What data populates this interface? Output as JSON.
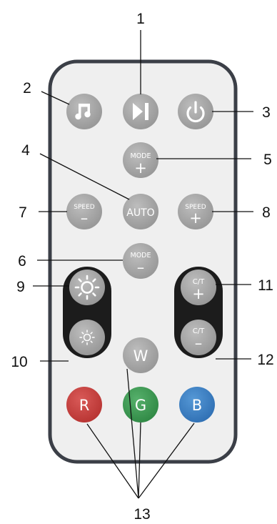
{
  "diagram": {
    "buttons": {
      "music": {
        "icon": "music-note-icon"
      },
      "play_pause": {
        "icon": "play-pause-icon"
      },
      "power": {
        "icon": "power-icon"
      },
      "mode_plus": {
        "label": "MODE",
        "sign": "+"
      },
      "speed_minus": {
        "label": "SPEED",
        "sign": "–"
      },
      "auto": {
        "label": "AUTO"
      },
      "speed_plus": {
        "label": "SPEED",
        "sign": "+"
      },
      "mode_minus": {
        "label": "MODE",
        "sign": "–"
      },
      "brightness_up": {
        "icon": "sun-large-icon"
      },
      "brightness_down": {
        "icon": "sun-small-icon"
      },
      "white": {
        "label": "W"
      },
      "ct_plus": {
        "label": "C/T",
        "sign": "+"
      },
      "ct_minus": {
        "label": "C/T",
        "sign": "–"
      },
      "red": {
        "label": "R",
        "color": "#c8403f"
      },
      "green": {
        "label": "G",
        "color": "#3e9b55"
      },
      "blue": {
        "label": "B",
        "color": "#3c83c9"
      }
    },
    "callouts": [
      "1",
      "2",
      "3",
      "4",
      "5",
      "6",
      "7",
      "8",
      "9",
      "10",
      "11",
      "12",
      "13"
    ],
    "colors": {
      "remote_body": "#efefef",
      "remote_border": "#3b3f47",
      "button_gray": "#a6a6a6",
      "rocker_dark": "#1c1c1c"
    }
  }
}
